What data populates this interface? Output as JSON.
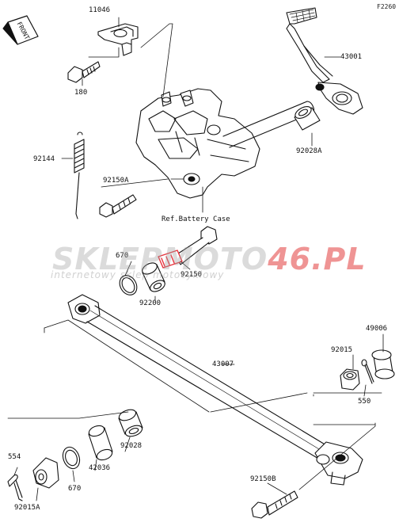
{
  "figure_id": "F2260",
  "reference_note": "Ref.Battery Case",
  "watermark": {
    "brand_left": "SKLEPMOTO",
    "brand_right": "46.PL",
    "tagline": "internetowy sklep motocyklowy"
  },
  "parts": {
    "front_marker": "FRONT",
    "p11046": "11046",
    "p180": "180",
    "p43001": "43001",
    "p92028A": "92028A",
    "p92144": "92144",
    "p92150A": "92150A",
    "p670_top": "670",
    "p92150": "92150",
    "p92200": "92200",
    "p43007": "43007",
    "p49006": "49006",
    "p92015": "92015",
    "p550": "550",
    "p554": "554",
    "p92015A": "92015A",
    "p670_bottom": "670",
    "p42036": "42036",
    "p92028": "92028",
    "p92150B": "92150B"
  },
  "colors": {
    "line": "#111111",
    "highlight": "#e8323c"
  }
}
